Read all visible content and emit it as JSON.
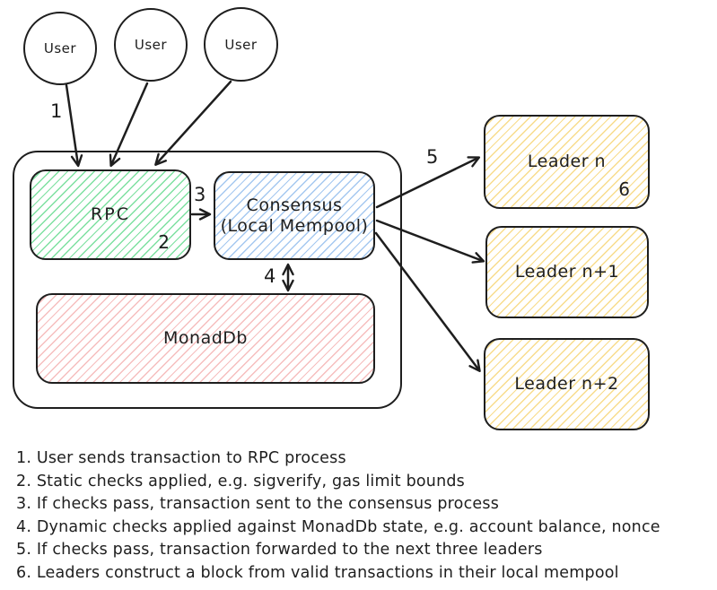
{
  "diagram": {
    "users": [
      {
        "label": "User"
      },
      {
        "label": "User"
      },
      {
        "label": "User"
      }
    ],
    "boxes": {
      "rpc": {
        "label": "RPC",
        "step_badge": "2"
      },
      "consensus": {
        "line1": "Consensus",
        "line2": "(Local Mempool)"
      },
      "monaddb": {
        "label": "MonadDb"
      },
      "leader_n": {
        "label": "Leader n",
        "step_badge": "6"
      },
      "leader_n1": {
        "label": "Leader n+1"
      },
      "leader_n2": {
        "label": "Leader n+2"
      }
    },
    "arrow_labels": {
      "step1": "1",
      "step3": "3",
      "step4": "4",
      "step5": "5"
    },
    "colors": {
      "stroke": "#1e1e1e",
      "rpc_hatch": "#7de0a0",
      "consensus_hatch": "#a5c8f0",
      "monaddb_hatch": "#f6bebe",
      "leader_hatch": "#f8dc8c"
    }
  },
  "notes": {
    "items": [
      "1. User sends transaction to RPC process",
      "2. Static checks applied, e.g. sigverify, gas limit bounds",
      "3. If checks pass, transaction sent to the consensus process",
      "4. Dynamic checks applied against MonadDb state, e.g. account balance, nonce",
      "5. If checks pass, transaction forwarded to the next three leaders",
      "6. Leaders construct a block from valid transactions in their local mempool"
    ]
  }
}
